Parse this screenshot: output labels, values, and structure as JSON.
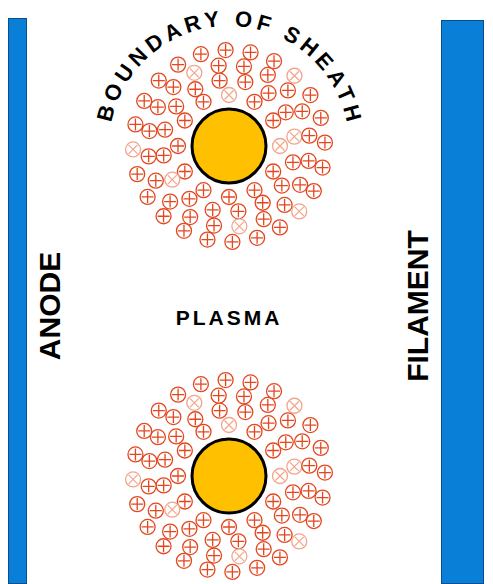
{
  "diagram": {
    "nodes": [
      {
        "text": [
          "ANODE"
        ]
      },
      {
        "text": [
          "FILAMENT"
        ]
      }
    ],
    "labels": [
      "BOUNDARY OF SHEATH",
      "PLASMA"
    ]
  }
}
